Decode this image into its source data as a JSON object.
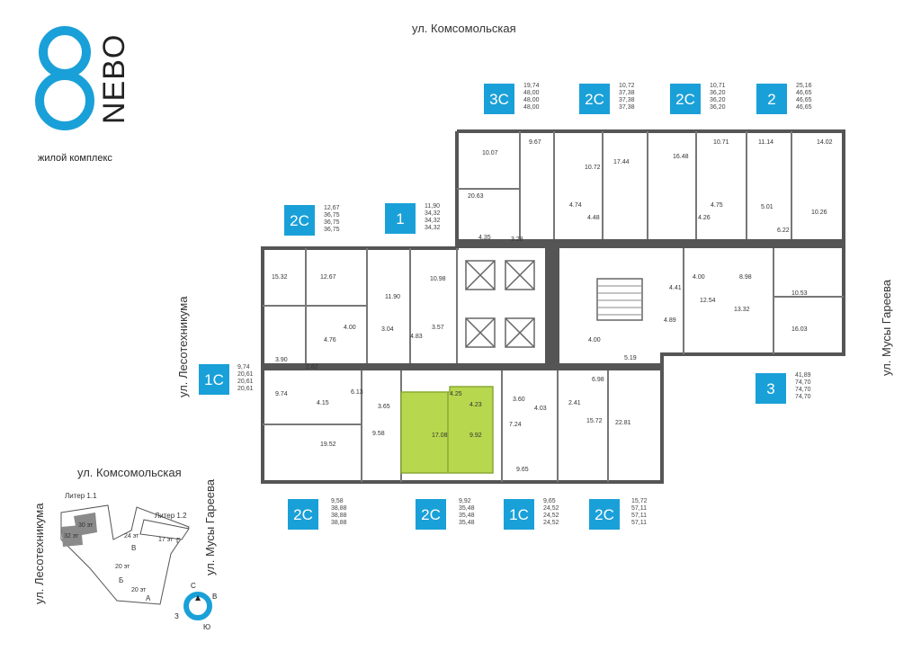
{
  "logo": {
    "brand": "NEBO",
    "subtitle": "жилой комплекс"
  },
  "streets": {
    "top": "ул. Комсомольская",
    "left": "ул. Лесотехникума",
    "right": "ул. Мусы Гареева"
  },
  "accent_color": "#1aa0d8",
  "highlight_color": "#b7d84e",
  "apartments": [
    {
      "type": "3С",
      "areas": [
        "19,74",
        "48,00",
        "48,00",
        "48,00"
      ]
    },
    {
      "type": "2С",
      "areas": [
        "10,72",
        "37,38",
        "37,38",
        "37,38"
      ]
    },
    {
      "type": "2С",
      "areas": [
        "10,71",
        "36,20",
        "36,20",
        "36,20"
      ]
    },
    {
      "type": "2",
      "areas": [
        "25,16",
        "46,65",
        "46,65",
        "46,65"
      ]
    },
    {
      "type": "2С",
      "areas": [
        "12,67",
        "36,75",
        "36,75",
        "36,75"
      ]
    },
    {
      "type": "1",
      "areas": [
        "11,90",
        "34,32",
        "34,32",
        "34,32"
      ]
    },
    {
      "type": "1С",
      "areas": [
        "9,74",
        "20,61",
        "20,61",
        "20,61"
      ]
    },
    {
      "type": "3",
      "areas": [
        "41,89",
        "74,70",
        "74,70",
        "74,70"
      ]
    },
    {
      "type": "2С",
      "areas": [
        "9,58",
        "38,88",
        "38,88",
        "38,88"
      ]
    },
    {
      "type": "2С",
      "areas": [
        "9,92",
        "35,48",
        "35,48",
        "35,48"
      ]
    },
    {
      "type": "1С",
      "areas": [
        "9,65",
        "24,52",
        "24,52",
        "24,52"
      ]
    },
    {
      "type": "2С",
      "areas": [
        "15,72",
        "57,11",
        "57,11",
        "57,11"
      ]
    }
  ],
  "rooms": [
    "10.07",
    "9.67",
    "10.72",
    "17.44",
    "16.48",
    "10.71",
    "11.14",
    "14.02",
    "20.63",
    "4.74",
    "4.48",
    "4.26",
    "4.75",
    "5.01",
    "10.26",
    "6.22",
    "4.35",
    "3.28",
    "15.32",
    "12.67",
    "11.90",
    "10.98",
    "4.41",
    "4.00",
    "8.98",
    "10.53",
    "12.54",
    "13.32",
    "4.89",
    "16.03",
    "4.00",
    "3.04",
    "4.83",
    "3.57",
    "4.76",
    "4.00",
    "5.19",
    "3.90",
    "2.82",
    "6.98",
    "9.74",
    "4.15",
    "6.13",
    "3.65",
    "4.25",
    "4.23",
    "3.60",
    "4.03",
    "2.41",
    "9.58",
    "17.08",
    "9.92",
    "7.24",
    "15.72",
    "22.81",
    "19.52",
    "9.65"
  ],
  "site_plan": {
    "street_top": "ул. Комсомольская",
    "street_left": "ул. Лесотехникума",
    "street_right": "ул. Мусы Гареева",
    "lit1": "Литер 1.1",
    "lit2": "Литер 1.2",
    "floors": [
      "30 эт",
      "32 эт",
      "24 эт",
      "17 эт",
      "20 эт",
      "20 эт"
    ],
    "blocks": [
      "В",
      "Г",
      "Б",
      "А"
    ]
  },
  "compass": {
    "n": "С",
    "e": "В",
    "s": "Ю",
    "w": "З"
  }
}
